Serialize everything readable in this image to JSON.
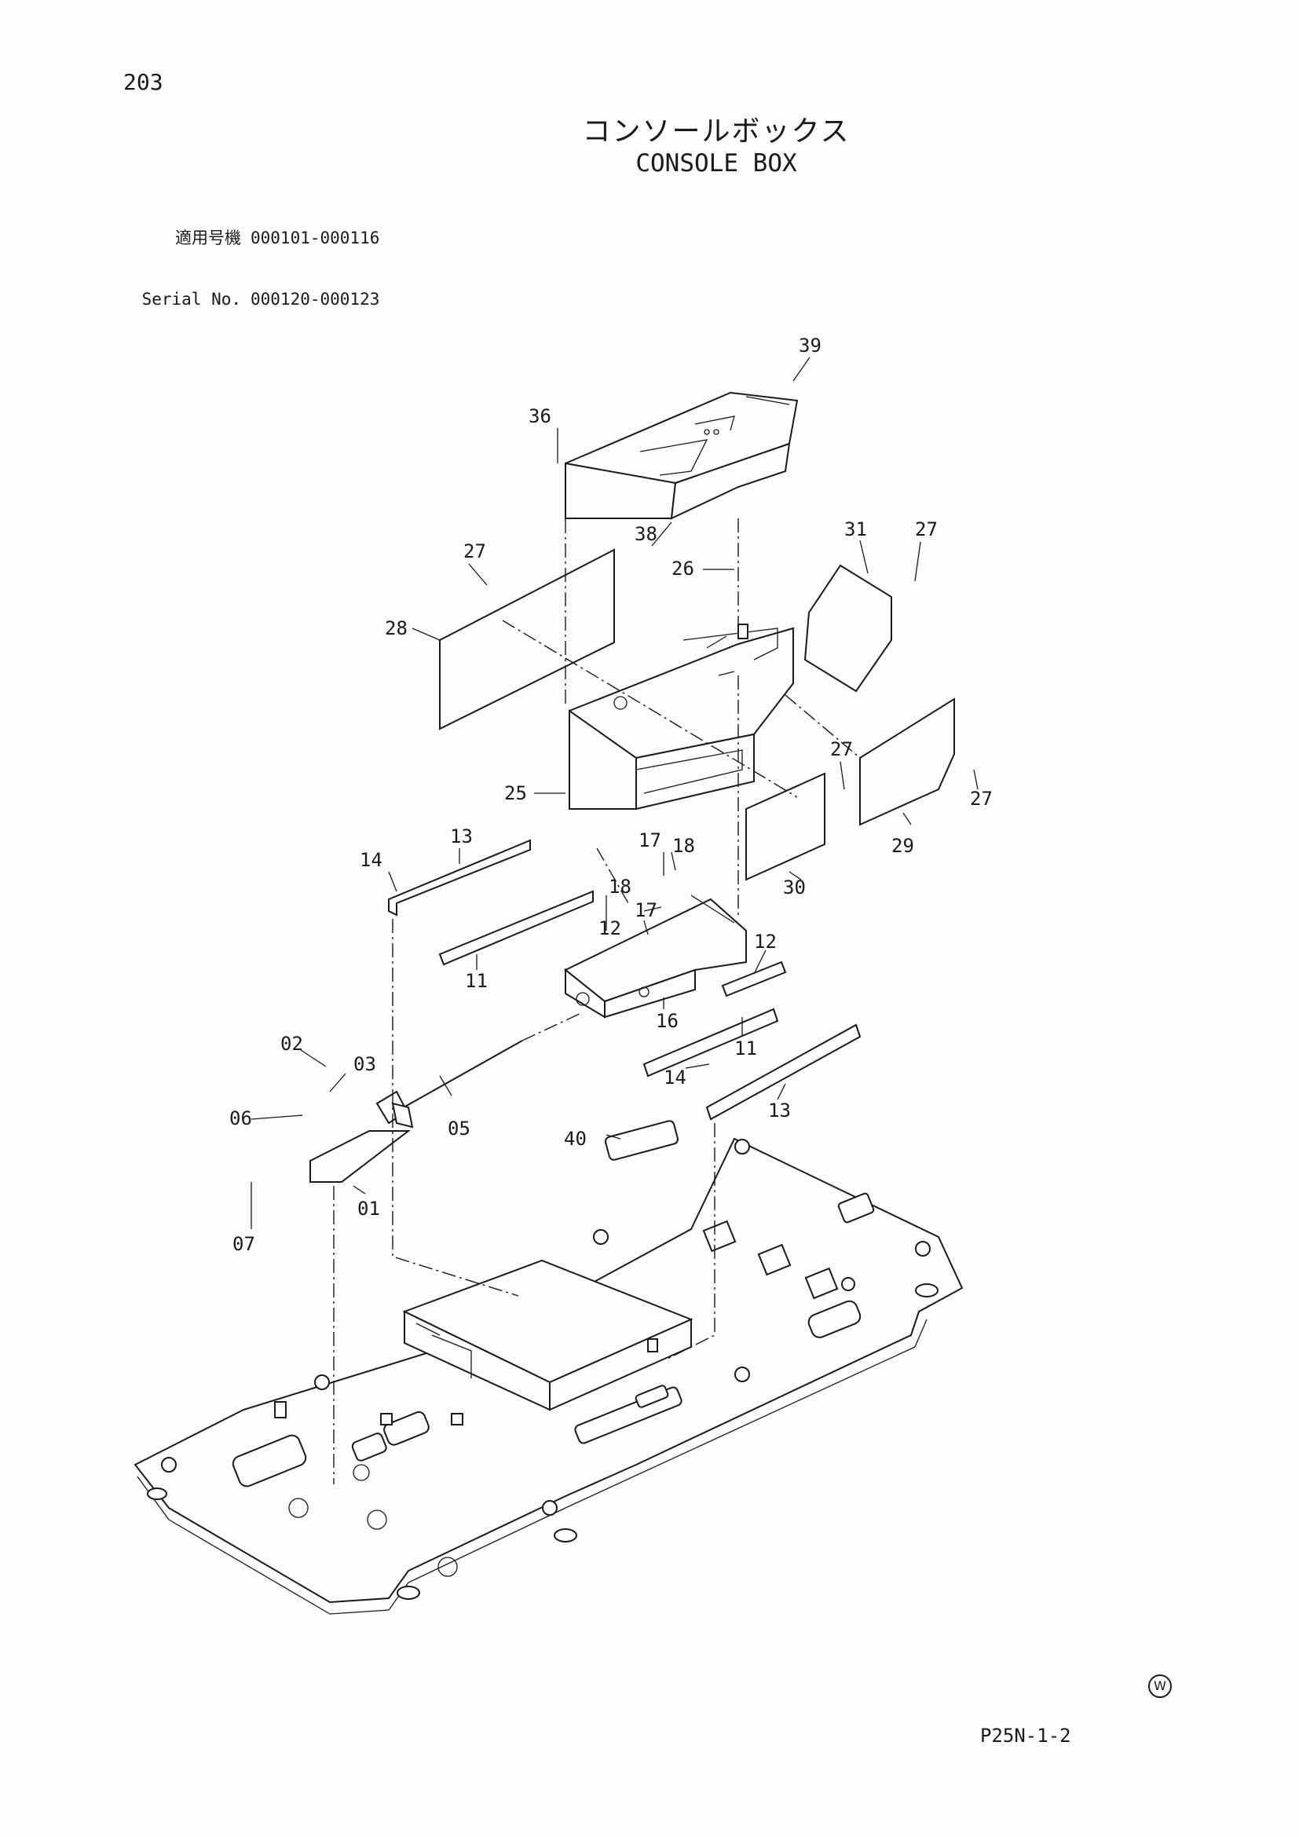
{
  "page_number": "203",
  "title_jp": "コンソールボックス",
  "title_en": "CONSOLE BOX",
  "serial_rows": [
    {
      "label": "適用号機",
      "value": "000101-000116"
    },
    {
      "label": "Serial No.",
      "value": "000120-000123"
    }
  ],
  "footer_code": "P25N-1-2",
  "corner_mark": "W",
  "callouts": [
    "39",
    "36",
    "38",
    "27",
    "31",
    "27",
    "26",
    "28",
    "25",
    "27",
    "29",
    "27",
    "30",
    "13",
    "14",
    "17",
    "18",
    "18",
    "17",
    "12",
    "11",
    "12",
    "16",
    "11",
    "02",
    "03",
    "14",
    "13",
    "06",
    "05",
    "40",
    "01",
    "07"
  ]
}
